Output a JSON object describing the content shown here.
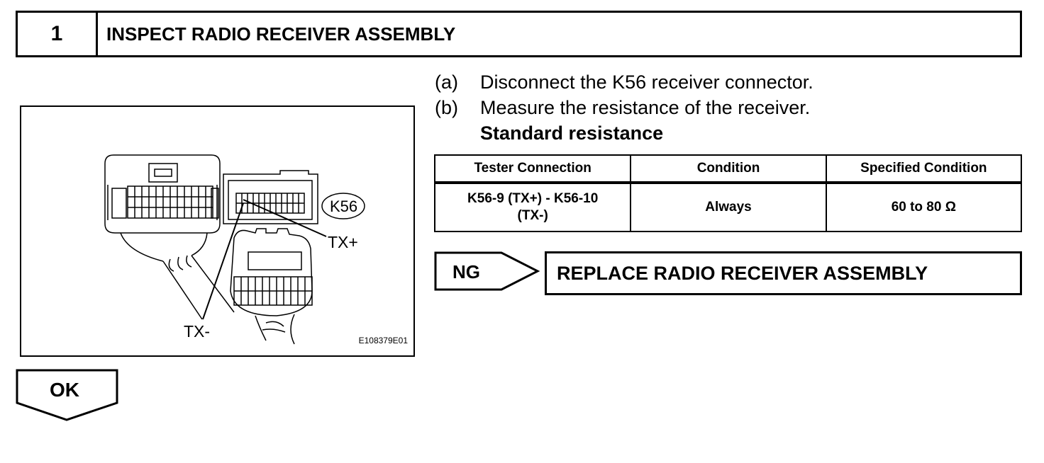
{
  "step": {
    "number": "1",
    "title": "INSPECT RADIO RECEIVER ASSEMBLY"
  },
  "figure": {
    "connector_label": "K56",
    "pin_plus": "TX+",
    "pin_minus": "TX-",
    "code": "E108379E01"
  },
  "instructions": [
    {
      "letter": "(a)",
      "text": "Disconnect the K56 receiver connector."
    },
    {
      "letter": "(b)",
      "text": "Measure the resistance of the receiver."
    }
  ],
  "standard_heading": "Standard resistance",
  "table": {
    "headers": [
      "Tester Connection",
      "Condition",
      "Specified Condition"
    ],
    "rows": [
      {
        "connection_line1": "K56-9 (TX+) - K56-10",
        "connection_line2": "(TX-)",
        "condition": "Always",
        "specified": "60 to 80 Ω"
      }
    ]
  },
  "ng": {
    "label": "NG",
    "action": "REPLACE RADIO RECEIVER ASSEMBLY"
  },
  "ok": {
    "label": "OK"
  }
}
